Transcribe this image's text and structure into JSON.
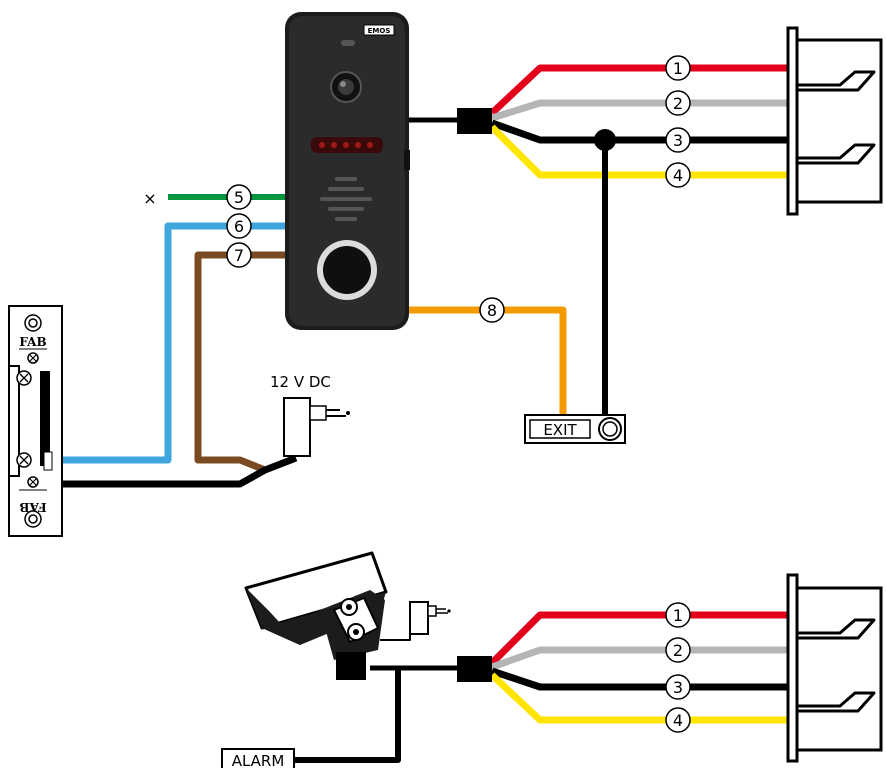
{
  "door_station": {
    "brand": "EMOS"
  },
  "power_supply": {
    "label": "12 V DC"
  },
  "exit_button": {
    "label": "EXIT"
  },
  "alarm_box": {
    "label": "ALARM"
  },
  "lock": {
    "brand": "FAB"
  },
  "terminals": {
    "top": [
      "1",
      "2",
      "3",
      "4"
    ],
    "left": [
      "5",
      "6",
      "7"
    ],
    "exit": "8",
    "bottom": [
      "1",
      "2",
      "3",
      "4"
    ]
  },
  "not_connected_mark": "×",
  "colors": {
    "red": "#e3001b",
    "grey": "#b5b5b5",
    "black": "#000000",
    "yellow": "#ffe500",
    "green": "#00963f",
    "blue": "#3ea6dd",
    "brown": "#7a4b23",
    "orange": "#f39a00"
  }
}
